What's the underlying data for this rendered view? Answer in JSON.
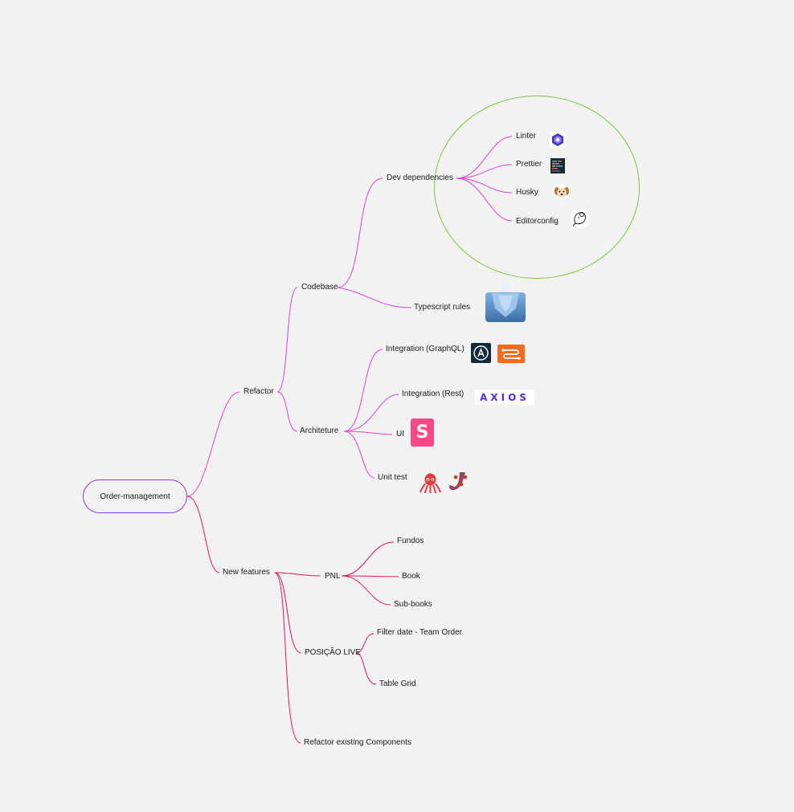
{
  "root": {
    "label": "Order-management"
  },
  "colors": {
    "refactor_branch": "#e040d8",
    "features_branch": "#e0155f",
    "highlight_ring": "#7cc63c",
    "root_border": "#8a3fd1"
  },
  "refactor": {
    "label": "Refactor",
    "codebase": {
      "label": "Codebase",
      "dev_dependencies": {
        "label": "Dev dependencies",
        "items": [
          {
            "label": "Linter",
            "icon": "eslint-icon"
          },
          {
            "label": "Prettier",
            "icon": "prettier-icon"
          },
          {
            "label": "Husky",
            "icon": "husky-dog-icon"
          },
          {
            "label": "Editorconfig",
            "icon": "editorconfig-mouse-icon"
          }
        ]
      },
      "typescript_rules": {
        "label": "Typescript rules",
        "icon": "iceberg-icon"
      }
    },
    "architecture": {
      "label": "Architeture",
      "items": [
        {
          "label": "Integration (GraphQL)",
          "icons": [
            "apollo-icon",
            "graphql-route-icon"
          ]
        },
        {
          "label": "Integration (Rest)",
          "logo_text": "AXIOS"
        },
        {
          "label": "UI",
          "icon": "storybook-icon",
          "logo_text": "S"
        },
        {
          "label": "Unit test",
          "icons": [
            "octopus-icon",
            "jest-icon"
          ]
        }
      ]
    }
  },
  "new_features": {
    "label": "New features",
    "pnl": {
      "label": "PNL",
      "items": [
        "Fundos",
        "Book",
        "Sub-books"
      ]
    },
    "posicao_live": {
      "label": "POSIÇÃO LIVE",
      "items": [
        "Filter date - Team Order",
        "Table Grid"
      ]
    },
    "refactor_components": {
      "label": "Refactor existing Components"
    }
  }
}
